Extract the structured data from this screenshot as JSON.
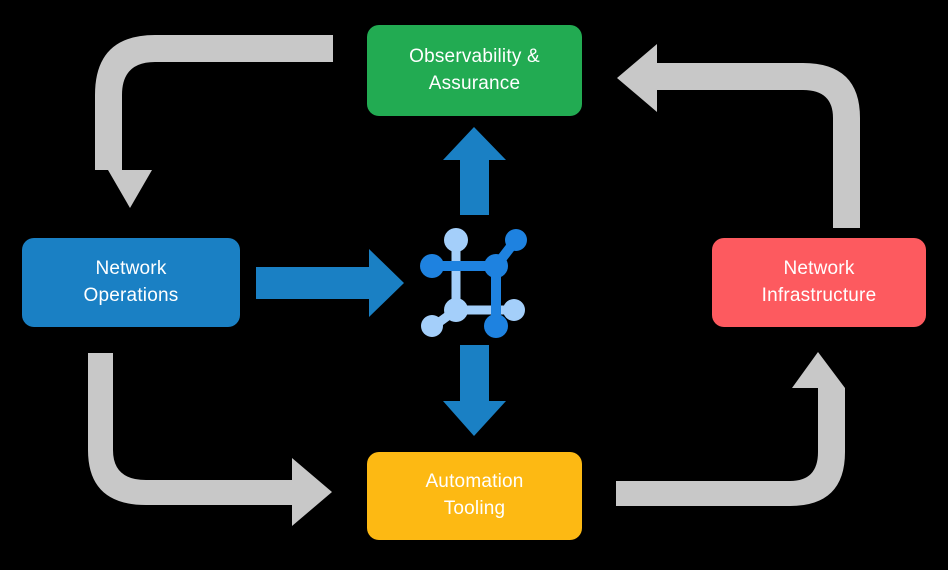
{
  "diagram": {
    "title": "Network operations lifecycle loop",
    "background_color": "#000000",
    "nodes": [
      {
        "id": "observability",
        "label": "Observability &\nAssurance",
        "color": "#22ab52",
        "text_color": "#ffffff",
        "position": "top"
      },
      {
        "id": "operations",
        "label": "Network\nOperations",
        "color": "#1a80c4",
        "text_color": "#ffffff",
        "position": "left"
      },
      {
        "id": "infrastructure",
        "label": "Network\nInfrastructure",
        "color": "#fd5a5f",
        "text_color": "#ffffff",
        "position": "right"
      },
      {
        "id": "automation",
        "label": "Automation\nTooling",
        "color": "#fdb913",
        "text_color": "#ffffff",
        "position": "bottom"
      }
    ],
    "hub": {
      "icon_name": "network-topology-icon",
      "primary_color": "#1e82e0",
      "secondary_color": "#a4cffa"
    },
    "connectors": {
      "accent_color": "#1a80c4",
      "flow_color": "#c8c8c8",
      "accent_arrows": [
        {
          "id": "hub-to-observability",
          "direction": "up",
          "from": "hub",
          "to": "observability"
        },
        {
          "id": "operations-to-hub",
          "direction": "right",
          "from": "operations",
          "to": "hub"
        },
        {
          "id": "hub-to-automation",
          "direction": "down",
          "from": "hub",
          "to": "automation"
        }
      ],
      "flow_arrows": [
        {
          "id": "observability-to-operations",
          "from": "observability",
          "to": "operations",
          "path": "left-then-down"
        },
        {
          "id": "operations-to-automation",
          "from": "operations",
          "to": "automation",
          "path": "down-then-right"
        },
        {
          "id": "automation-to-infrastructure",
          "from": "automation",
          "to": "infrastructure",
          "path": "right-then-up"
        },
        {
          "id": "infrastructure-to-observability",
          "from": "infrastructure",
          "to": "observability",
          "path": "up-then-left"
        }
      ]
    }
  }
}
